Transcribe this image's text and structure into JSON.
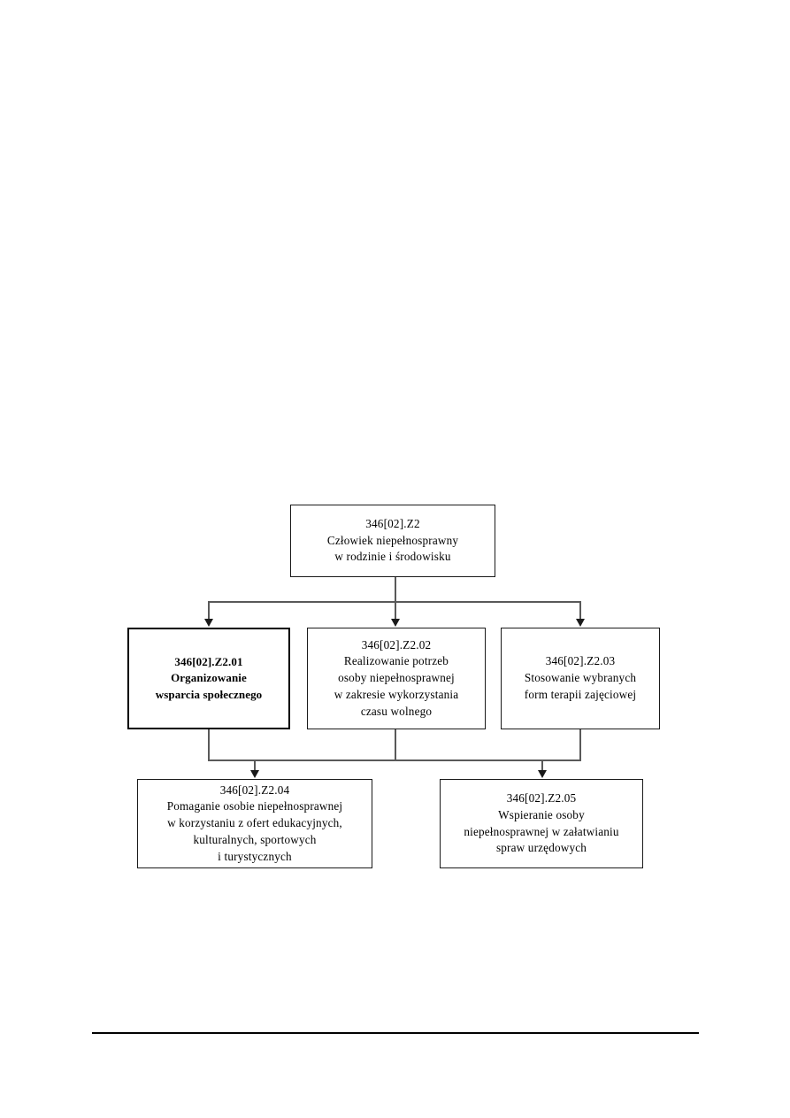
{
  "document": {
    "type": "hierarchy-diagram",
    "language": "pl"
  },
  "diagram": {
    "root": {
      "code": "346[02].Z2",
      "title": "Człowiek niepełnosprawny\nw rodzinie i środowisku"
    },
    "level2": [
      {
        "code": "346[02].Z2.01",
        "title": "Organizowanie\nwsparcia społecznego",
        "emphasis": true
      },
      {
        "code": "346[02].Z2.02",
        "title": "Realizowanie potrzeb\nosoby niepełnosprawnej\nw zakresie wykorzystania\nczasu wolnego",
        "emphasis": false
      },
      {
        "code": "346[02].Z2.03",
        "title": "Stosowanie wybranych\nform terapii zajęciowej",
        "emphasis": false
      }
    ],
    "level3": [
      {
        "code": "346[02].Z2.04",
        "title": "Pomaganie osobie niepełnosprawnej\nw korzystaniu z ofert edukacyjnych,\nkulturalnych, sportowych\ni turystycznych",
        "emphasis": false
      },
      {
        "code": "346[02].Z2.05",
        "title": "Wspieranie osoby\nniepełnosprawnej w załatwianiu\nspraw urzędowych",
        "emphasis": false
      }
    ],
    "colors": {
      "box_border": "#1a1a1a",
      "emphasis_border": "#000000",
      "connector": "#595959",
      "background": "#ffffff",
      "text": "#000000",
      "footer_rule": "#000000"
    }
  }
}
